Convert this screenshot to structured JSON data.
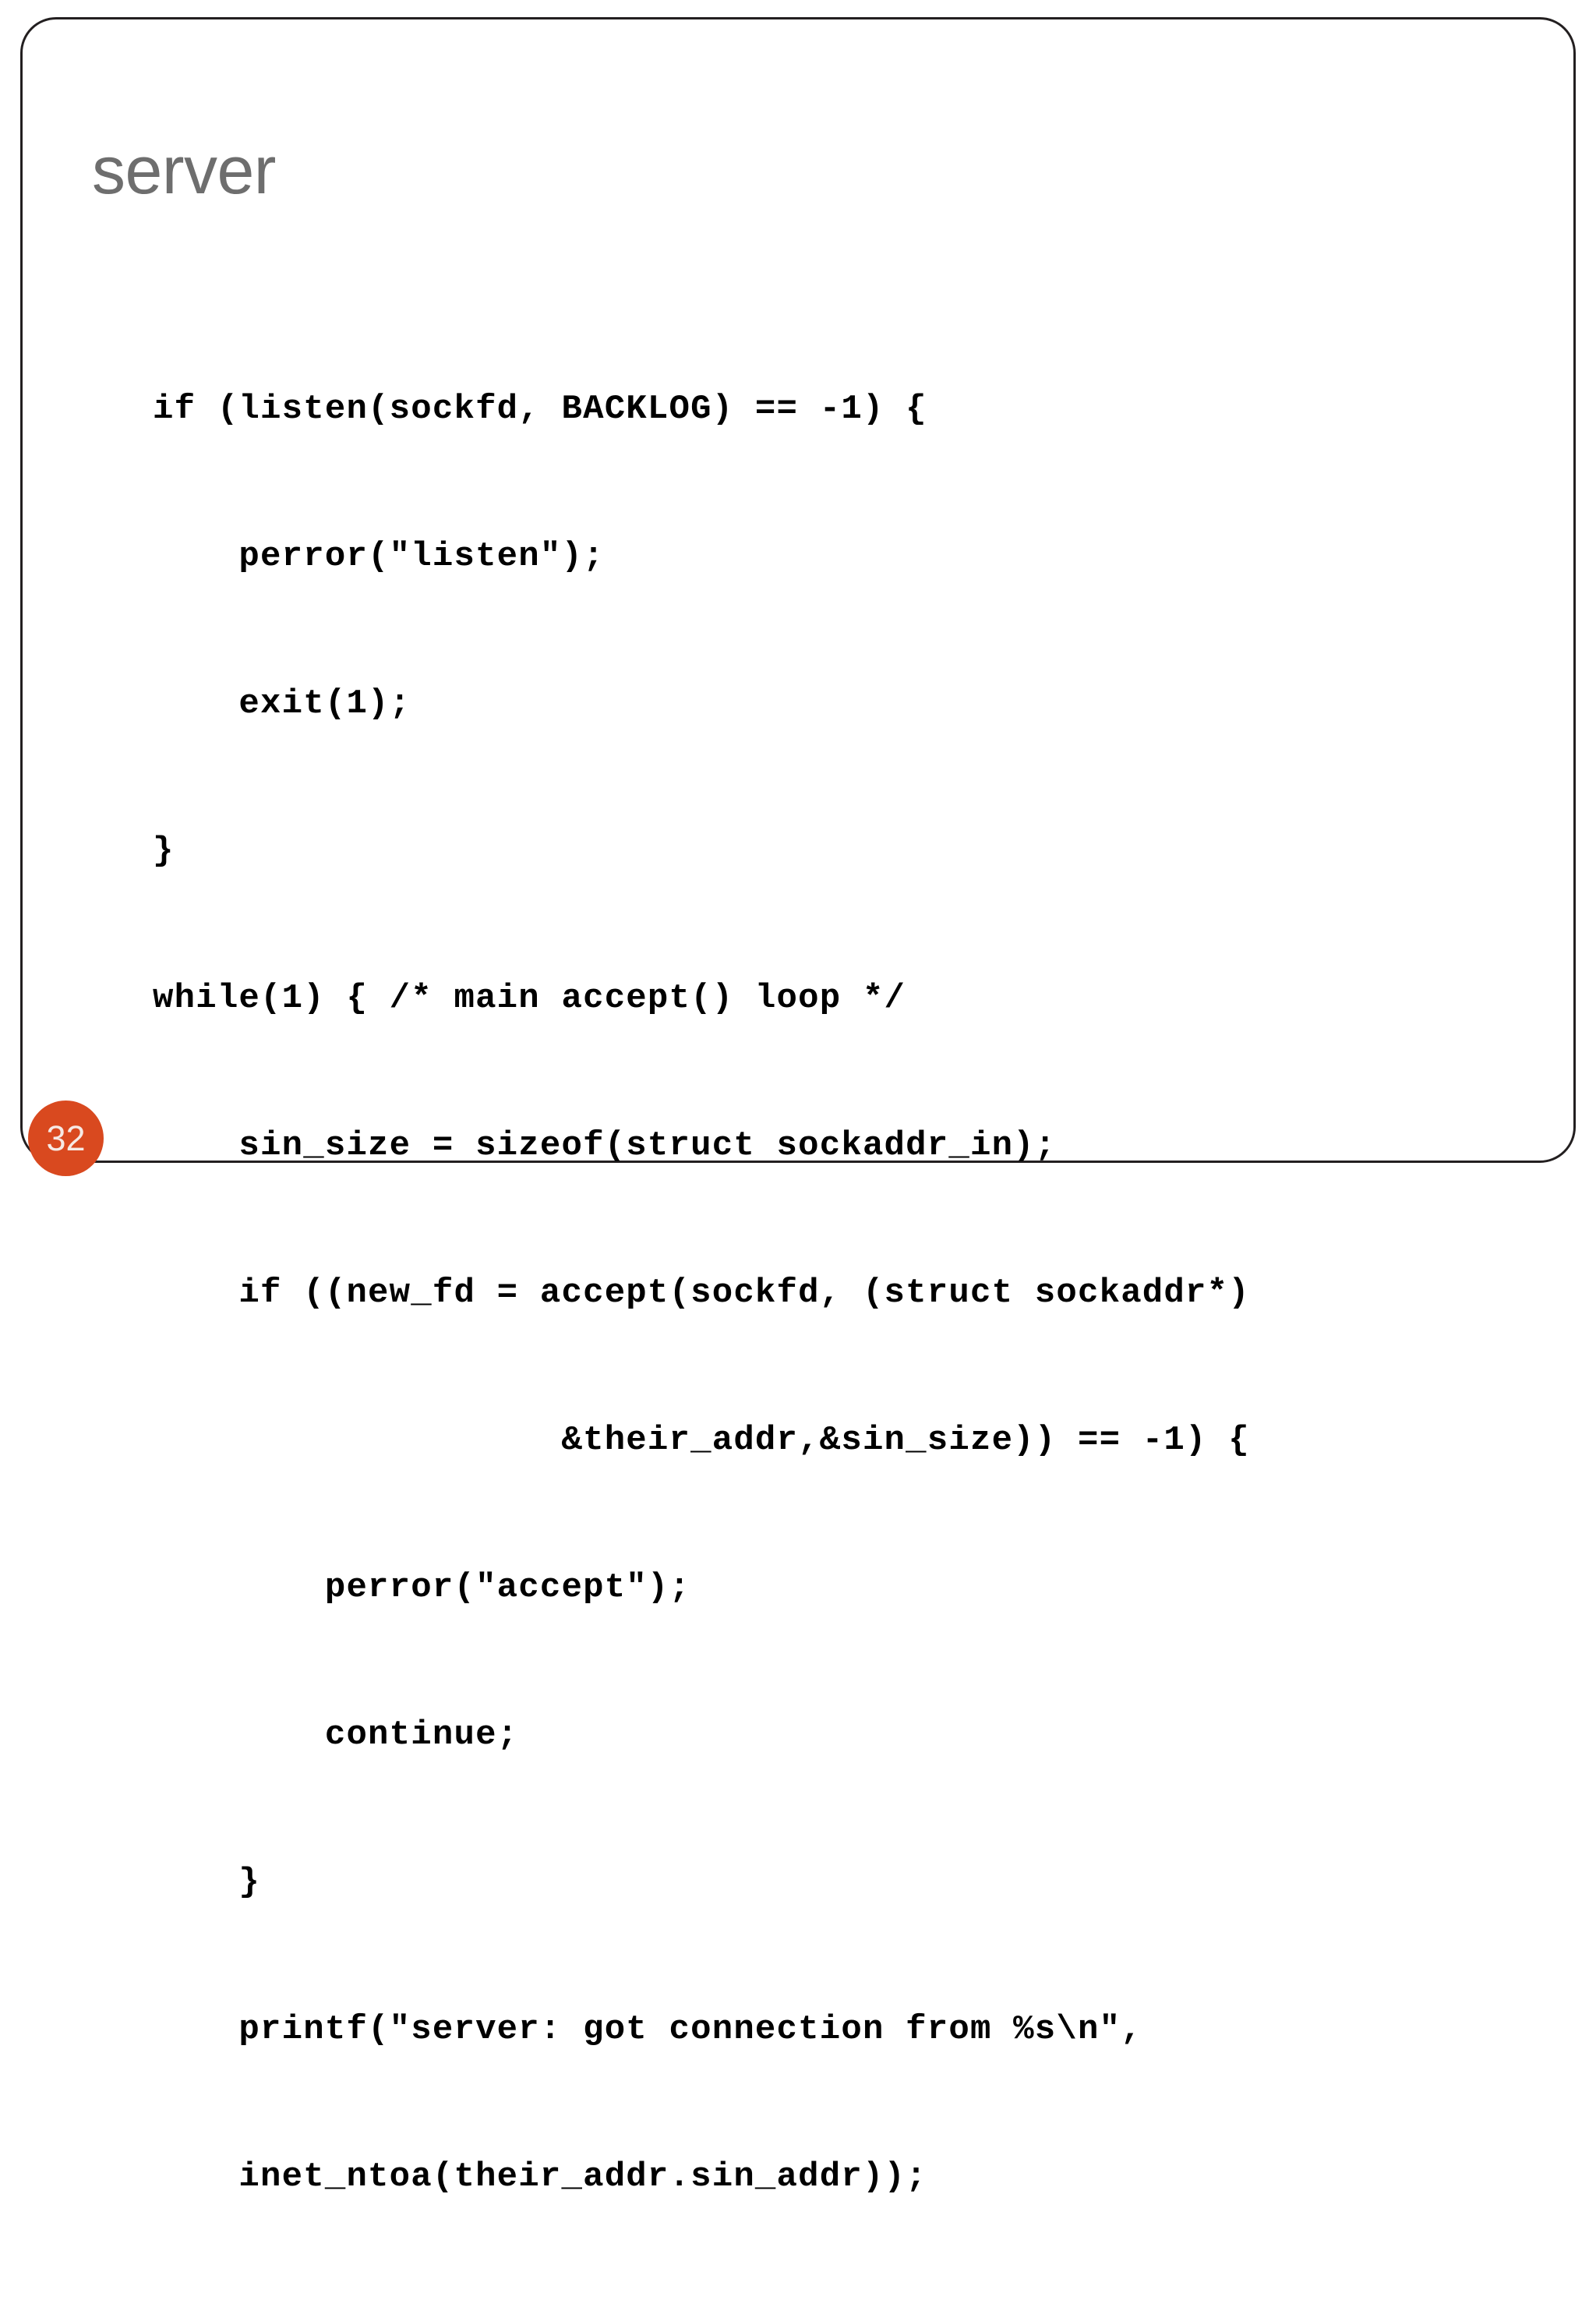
{
  "slide": {
    "title": "server",
    "page_number": "32",
    "colors": {
      "title": "#6e6e6e",
      "code": "#000000",
      "badge_bg": "#d9491f",
      "badge_text": "#f6e9e4",
      "frame_border": "#231f20",
      "background": "#ffffff"
    }
  },
  "code": {
    "language": "c",
    "lines": [
      "if (listen(sockfd, BACKLOG) == -1) {",
      "    perror(\"listen\");",
      "    exit(1);",
      "}",
      "while(1) { /* main accept() loop */",
      "    sin_size = sizeof(struct sockaddr_in);",
      "    if ((new_fd = accept(sockfd, (struct sockaddr*)",
      "                   &their_addr,&sin_size)) == -1) {",
      "        perror(\"accept\");",
      "        continue;",
      "    }",
      "    printf(\"server: got connection from %s\\n\",",
      "    inet_ntoa(their_addr.sin_addr));"
    ]
  }
}
